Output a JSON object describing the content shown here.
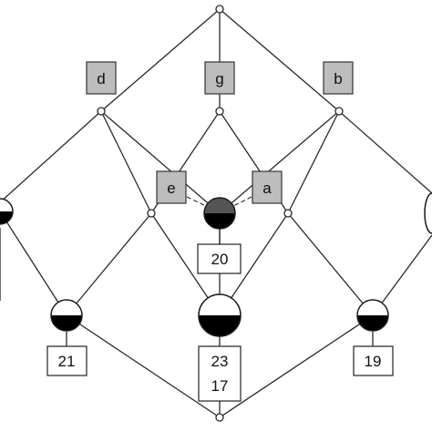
{
  "colors": {
    "attribute_fill": "#bdbdbd",
    "half_dark": "#000000",
    "half_grey": "#555555",
    "line": "#2a2a2a"
  },
  "attributes": {
    "d": "d",
    "g": "g",
    "b": "b",
    "e": "e",
    "a": "a"
  },
  "objects": {
    "n20": "20",
    "n21": "21",
    "n23": "23",
    "n17": "17",
    "n19": "19"
  }
}
